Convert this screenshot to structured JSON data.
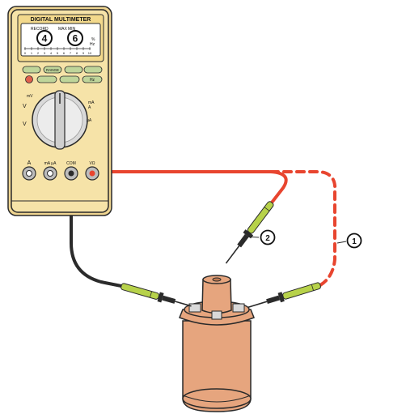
{
  "meter": {
    "title": "DIGITAL MULTIMETER",
    "display": {
      "readout_left": "4",
      "readout_right": "6",
      "tag_record": "RECORD",
      "tag_max": "MAX",
      "tag_min": "MIN",
      "unit_top": "%",
      "unit_bottom": "Hz",
      "scale_ticks": [
        "0",
        "1",
        "2",
        "3",
        "4",
        "5",
        "6",
        "7",
        "8",
        "9",
        "10"
      ]
    },
    "buttons": {
      "range": "RANGE",
      "hz": "Hz"
    },
    "dial": {
      "mv": "mV",
      "ma_ac": "mA\nA",
      "volts_dc": "V",
      "volts_ac": "V",
      "ua": "µA"
    },
    "jacks": {
      "a": "A",
      "ma_ua": "mA µA",
      "com": "COM",
      "v_ohm": "VΩ"
    }
  },
  "callouts": {
    "one": "1",
    "two": "2"
  },
  "colors": {
    "meter_body": "#f6e3a8",
    "meter_outline": "#2a2a2a",
    "lead_red": "#e8452f",
    "lead_black": "#2b2b2b",
    "probe_green": "#b7d24a",
    "coil_body": "#e6a57e",
    "button_green": "#bfd59a",
    "button_red": "#e0604d"
  }
}
